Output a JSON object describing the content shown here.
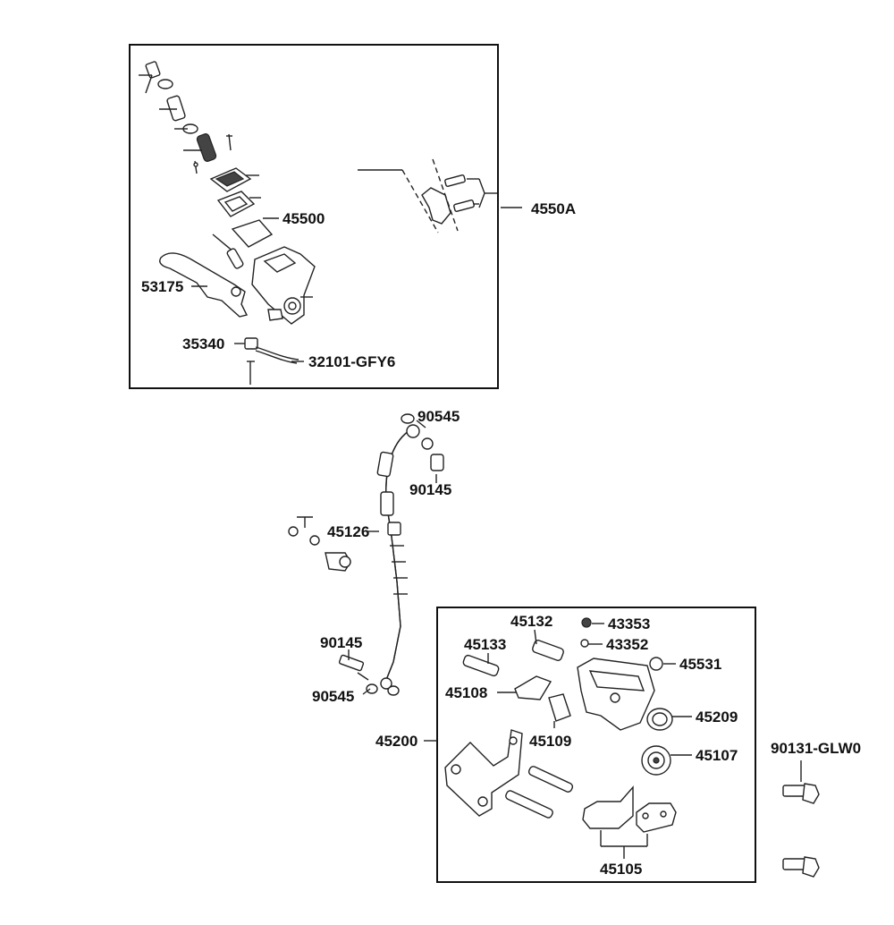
{
  "labels": {
    "master_cylinder_assy": "4550A",
    "reservoir_cap": "45500",
    "brake_lever": "53175",
    "stop_switch": "35340",
    "switch_wire": "32101-GFY6",
    "washer_top": "90545",
    "bolt_top": "90145",
    "hose_clamp": "45126",
    "bolt_bottom": "90145",
    "washer_bottom": "90545",
    "caliper_assy": "45200",
    "slide_pin_a": "45132",
    "slide_pin_b": "45133",
    "bleeder_cap": "43353",
    "bleeder_screw": "43352",
    "caliper_plug": "45531",
    "pad_spring": "45108",
    "pad_retainer": "45109",
    "piston_seal": "45209",
    "piston": "45107",
    "brake_pads": "45105",
    "mount_bolt": "90131-GLW0"
  }
}
